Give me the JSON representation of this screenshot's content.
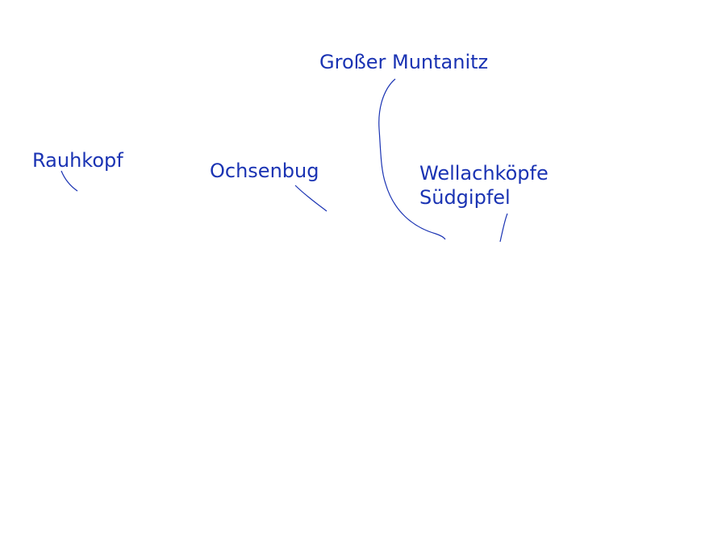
{
  "colors": {
    "label": "#1a33b3",
    "leader": "#1a33b3",
    "background": "#ffffff"
  },
  "labels": {
    "rauhkopf": "Rauhkopf",
    "ochsenbug": "Ochsenbug",
    "grosser_muntanitz": "Großer Muntanitz",
    "wellachkoepfe_line1": "Wellachköpfe",
    "wellachkoepfe_line2": "Südgipfel"
  }
}
